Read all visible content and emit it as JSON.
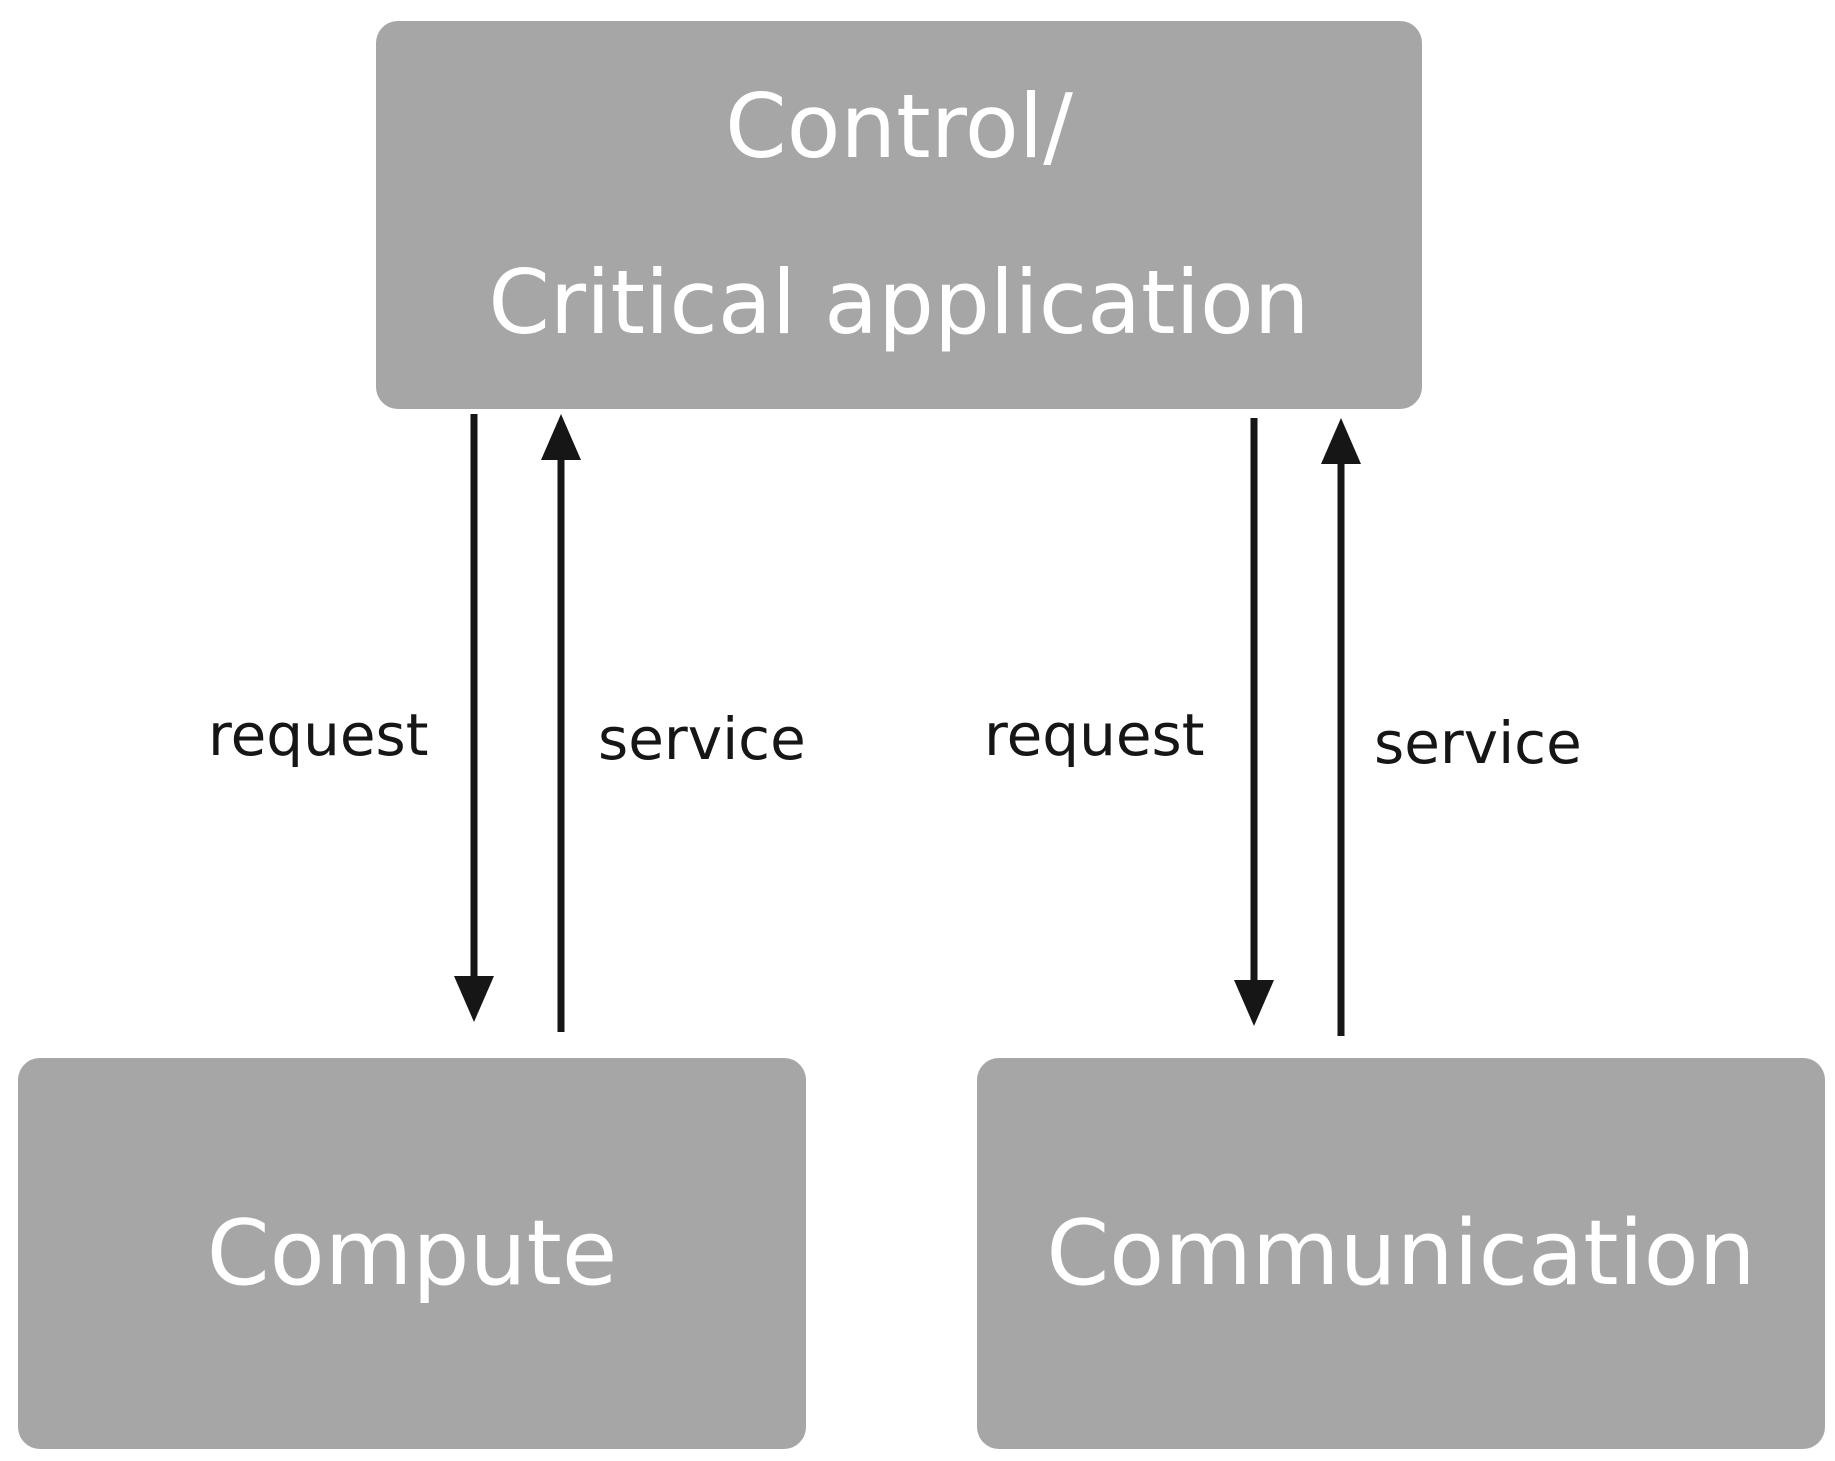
{
  "colors": {
    "box_fill": "#a6a6a6",
    "box_text": "#ffffff",
    "arrow": "#161616",
    "label_text": "#161616"
  },
  "nodes": {
    "top": {
      "line1": "Control/",
      "line2": "Critical application"
    },
    "left": {
      "label": "Compute"
    },
    "right": {
      "label": "Communication"
    }
  },
  "edges": [
    {
      "from": "top",
      "to": "left",
      "label": "request"
    },
    {
      "from": "left",
      "to": "top",
      "label": "service"
    },
    {
      "from": "top",
      "to": "right",
      "label": "request"
    },
    {
      "from": "right",
      "to": "top",
      "label": "service"
    }
  ]
}
